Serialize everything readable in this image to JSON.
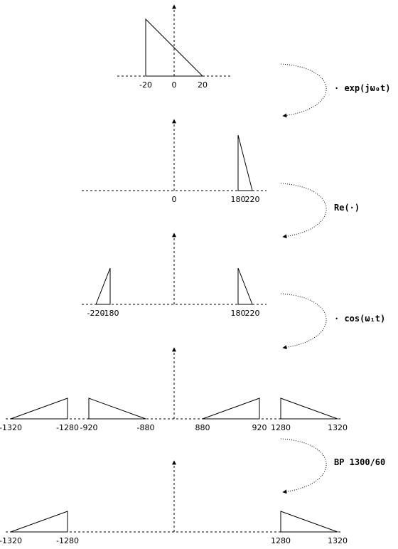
{
  "panels": [
    {
      "id": "baseband",
      "triangles": [
        {
          "from": -20,
          "to": 20,
          "tall_at": -20
        }
      ],
      "ticks": [
        {
          "label": "-20",
          "value": -20
        },
        {
          "label": "0",
          "value": 0
        },
        {
          "label": "20",
          "value": 20
        }
      ]
    },
    {
      "id": "shifted",
      "triangles": [
        {
          "from": 180,
          "to": 220,
          "tall_at": 180
        }
      ],
      "ticks": [
        {
          "label": "0",
          "value": 0
        },
        {
          "label": "180",
          "value": 180
        },
        {
          "label": "220",
          "value": 220
        }
      ]
    },
    {
      "id": "real-part",
      "triangles": [
        {
          "from": -220,
          "to": -180,
          "tall_at": -180
        },
        {
          "from": 180,
          "to": 220,
          "tall_at": 180
        }
      ],
      "ticks": [
        {
          "label": "-220",
          "value": -220
        },
        {
          "label": "-180",
          "value": -180
        },
        {
          "label": "180",
          "value": 180
        },
        {
          "label": "220",
          "value": 220
        }
      ]
    },
    {
      "id": "modulated",
      "triangles": [
        {
          "from": -1320,
          "to": -1280,
          "tall_at": -1280
        },
        {
          "from": -920,
          "to": -880,
          "tall_at": -920
        },
        {
          "from": 880,
          "to": 920,
          "tall_at": 920
        },
        {
          "from": 1280,
          "to": 1320,
          "tall_at": 1280
        }
      ],
      "ticks": [
        {
          "label": "-1320",
          "value": -1320
        },
        {
          "label": "-1280",
          "value": -1280
        },
        {
          "label": "-920",
          "value": -920
        },
        {
          "label": "-880",
          "value": -880
        },
        {
          "label": "880",
          "value": 880
        },
        {
          "label": "920",
          "value": 920
        },
        {
          "label": "1280",
          "value": 1280
        },
        {
          "label": "1320",
          "value": 1320
        }
      ]
    },
    {
      "id": "bandpass",
      "triangles": [
        {
          "from": -1320,
          "to": -1280,
          "tall_at": -1280
        },
        {
          "from": 1280,
          "to": 1320,
          "tall_at": 1280
        }
      ],
      "ticks": [
        {
          "label": "-1320",
          "value": -1320
        },
        {
          "label": "-1280",
          "value": -1280
        },
        {
          "label": "1280",
          "value": 1280
        },
        {
          "label": "1320",
          "value": 1320
        }
      ]
    }
  ],
  "operations": [
    {
      "label": "· exp(jω₀t)"
    },
    {
      "label": "Re(·)"
    },
    {
      "label": "· cos(ω₁t)"
    },
    {
      "label": "BP 1300/60"
    }
  ]
}
